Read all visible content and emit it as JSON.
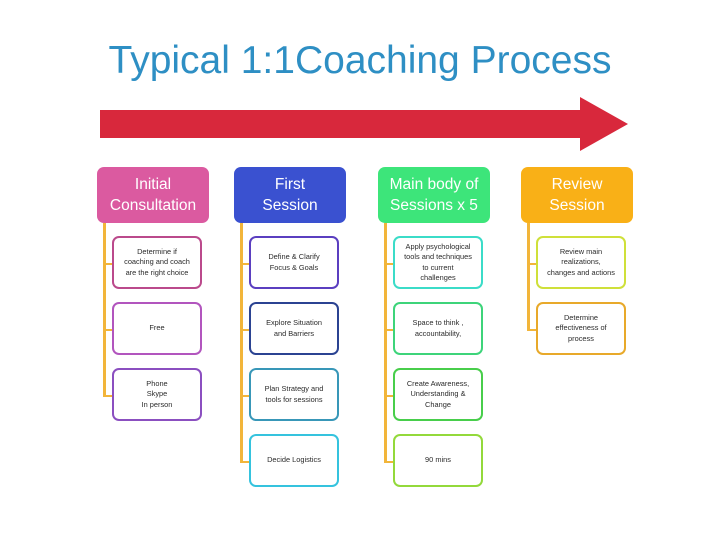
{
  "slide": {
    "title": "Typical 1:1Coaching  Process",
    "title_color": "#2E8FC4",
    "background": "#ffffff",
    "arrow": {
      "name": "process-direction-arrow",
      "color": "#D8283C",
      "direction": "right"
    },
    "connector_color": "#F2B53A"
  },
  "columns": [
    {
      "header": {
        "lines": [
          "Initial",
          "Consultation"
        ],
        "fill": "#DB5AA0",
        "text_color": "#ffffff"
      },
      "items": [
        {
          "lines": [
            "Determine if",
            "coaching and coach",
            "are the right choice"
          ],
          "border": "#BB4A8C"
        },
        {
          "lines": [
            "Free"
          ],
          "border": "#B255BE"
        },
        {
          "lines": [
            "Phone",
            "Skype",
            "In person"
          ],
          "border": "#8B4FC0"
        }
      ]
    },
    {
      "header": {
        "lines": [
          "First",
          "Session"
        ],
        "fill": "#3A51D0",
        "text_color": "#ffffff"
      },
      "items": [
        {
          "lines": [
            "Define & Clarify",
            "Focus & Goals"
          ],
          "border": "#5B3FC0"
        },
        {
          "lines": [
            "Explore Situation",
            "and Barriers"
          ],
          "border": "#2B4392"
        },
        {
          "lines": [
            "Plan Strategy and",
            "tools for sessions"
          ],
          "border": "#3897B8"
        },
        {
          "lines": [
            "Decide Logistics"
          ],
          "border": "#35C3DE"
        }
      ]
    },
    {
      "header": {
        "lines": [
          "Main body of",
          "Sessions x 5"
        ],
        "fill": "#3DE57A",
        "text_color": "#ffffff"
      },
      "items": [
        {
          "lines": [
            "Apply psychological",
            "tools and techniques",
            "to current",
            "challenges"
          ],
          "border": "#3BDCC8"
        },
        {
          "lines": [
            "Space to think ,",
            "accountability,"
          ],
          "border": "#3DD47A"
        },
        {
          "lines": [
            "Create Awareness,",
            "Understanding &",
            "Change"
          ],
          "border": "#48CE4B"
        },
        {
          "lines": [
            "90 mins"
          ],
          "border": "#93D93B"
        }
      ]
    },
    {
      "header": {
        "lines": [
          "Review",
          "Session"
        ],
        "fill": "#F9B017",
        "text_color": "#ffffff"
      },
      "items": [
        {
          "lines": [
            "Review main",
            "realizations,",
            "changes and actions"
          ],
          "border": "#CFE03A"
        },
        {
          "lines": [
            "Determine",
            "effectiveness of",
            "process"
          ],
          "border": "#E8A92A"
        }
      ]
    }
  ]
}
